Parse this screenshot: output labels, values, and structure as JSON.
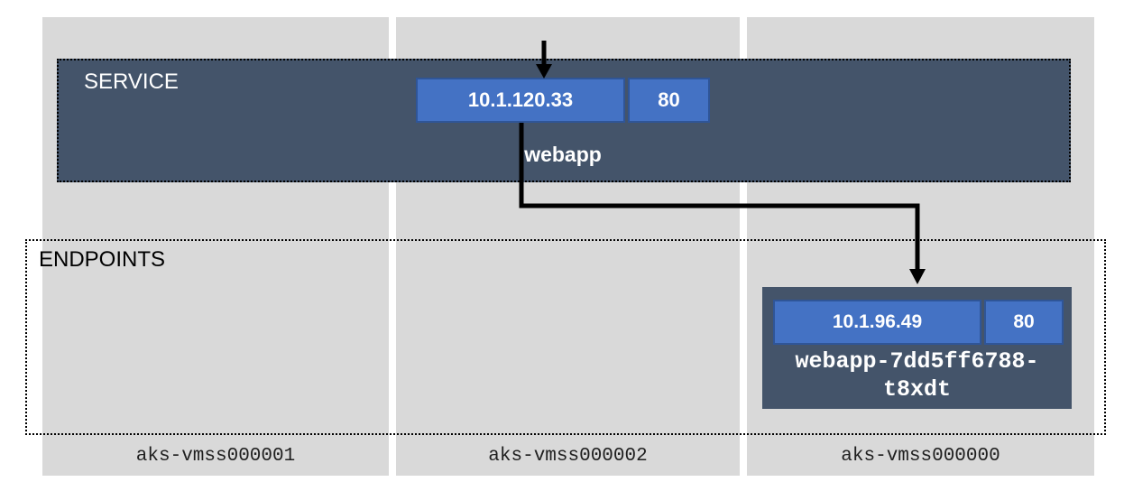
{
  "service": {
    "label": "SERVICE",
    "ip": "10.1.120.33",
    "port": "80",
    "name": "webapp"
  },
  "endpoints": {
    "label": "ENDPOINTS",
    "pod": {
      "ip": "10.1.96.49",
      "port": "80",
      "name_line1": "webapp-7dd5ff6788-",
      "name_line2": "t8xdt",
      "full_name": "webapp-7dd5ff6788-t8xdt"
    }
  },
  "nodes": [
    {
      "name": "aks-vmss000001"
    },
    {
      "name": "aks-vmss000002"
    },
    {
      "name": "aks-vmss000000"
    }
  ],
  "colors": {
    "node_bg": "#d9d9d9",
    "node_text": "#1f1f1f",
    "panel_bg": "#44546a",
    "accent_blue": "#4472c4",
    "accent_blue_border": "#2f5597",
    "arrow_color": "#000000"
  }
}
